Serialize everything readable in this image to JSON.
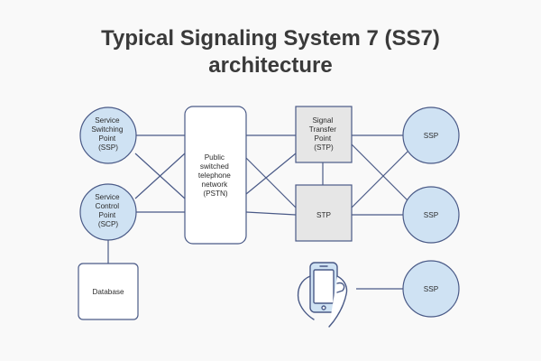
{
  "title": {
    "line1": "Typical Signaling System 7 (SS7)",
    "line2": "architecture"
  },
  "colors": {
    "line": "#4a5a87",
    "circle_fill": "#cfe2f3",
    "box_fill": "#ffffff",
    "stp_fill": "#e6e6e6",
    "text": "#2b2b2b",
    "phone_fill": "#cfe2f3"
  },
  "nodes": {
    "ssp_left": {
      "lines": [
        "Service",
        "Switching",
        "Point",
        "(SSP)"
      ]
    },
    "scp": {
      "lines": [
        "Service",
        "Control",
        "Point",
        "(SCP)"
      ]
    },
    "database": {
      "lines": [
        "Database"
      ]
    },
    "pstn": {
      "lines": [
        "Public",
        "switched",
        "telephone",
        "network",
        "(PSTN)"
      ]
    },
    "stp_top": {
      "lines": [
        "Signal",
        "Transfer",
        "Point",
        "(STP)"
      ]
    },
    "stp_bottom": {
      "lines": [
        "STP"
      ]
    },
    "ssp_right_1": {
      "lines": [
        "SSP"
      ]
    },
    "ssp_right_2": {
      "lines": [
        "SSP"
      ]
    },
    "ssp_right_3": {
      "lines": [
        "SSP"
      ]
    }
  },
  "icons": {
    "phone": "hand-holding-phone-icon"
  }
}
